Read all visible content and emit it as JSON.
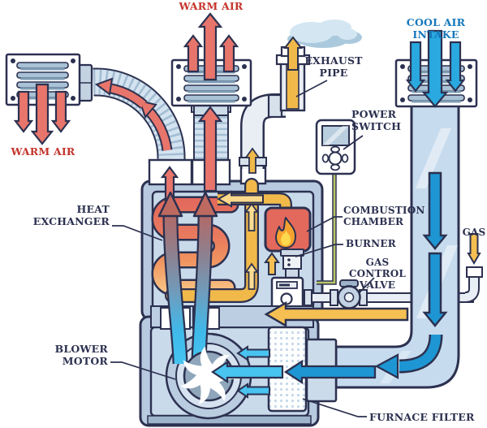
{
  "labels": {
    "warm_air_left": "WARM AIR",
    "warm_air_top": "WARM AIR",
    "cool_air_intake": "COOL AIR INTAKE",
    "exhaust_pipe": "EXHAUST\nPIPE",
    "power_switch": "POWER\nSWITCH",
    "combustion_chamber": "COMBUSTION\nCHAMBER",
    "burner": "BURNER",
    "gas_control_valve": "GAS CONTROL\nVALVE",
    "gas": "GAS",
    "heat_exchanger": "HEAT\nEXCHANGER",
    "blower_motor": "BLOWER\nMOTOR",
    "furnace_filter": "FURNACE FILTER"
  },
  "colors": {
    "outline": "#2c3150",
    "warm_arrow": "#e8756b",
    "warm_text": "#c5352c",
    "cool_arrow": "#29a9e0",
    "cool_text": "#1577bb",
    "gas_yellow": "#f6bf51",
    "cabinet": "#b7cadf",
    "duct": "#c7dbee"
  }
}
